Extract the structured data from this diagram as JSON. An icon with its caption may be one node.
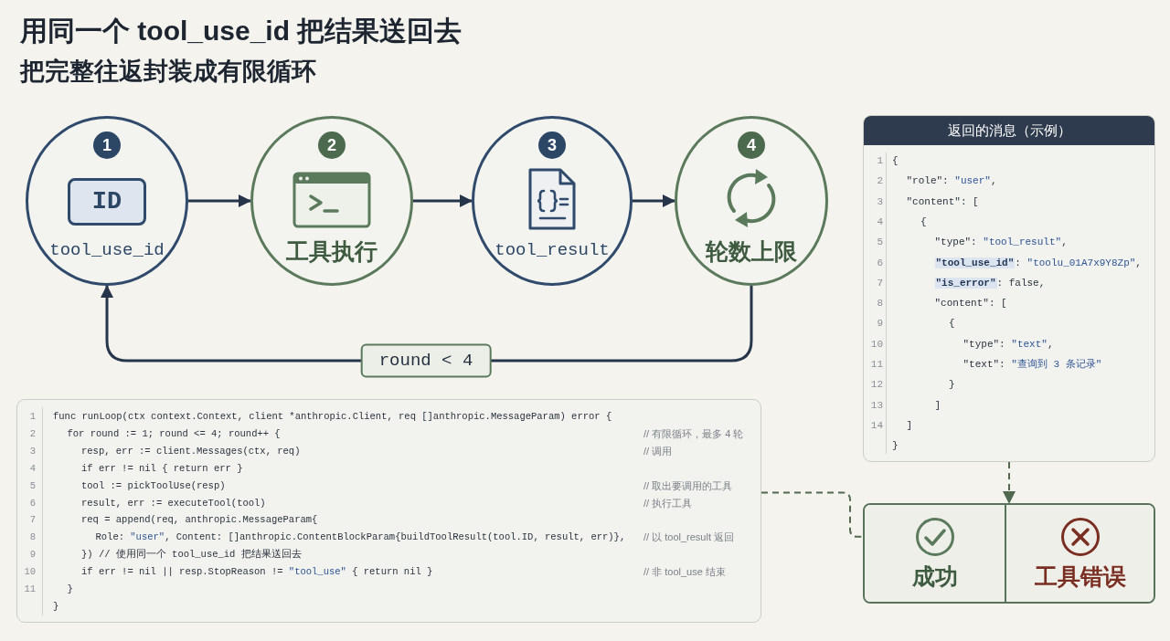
{
  "diagram": {
    "title": "用同一个 tool_use_id 把结果送回去",
    "nodes": [
      {
        "text": [
          "1",
          "ID",
          "tool_use_id"
        ]
      },
      {
        "text": [
          "2",
          "工具执行"
        ]
      },
      {
        "text": [
          "3",
          "tool_result"
        ]
      },
      {
        "text": [
          "4",
          "轮数上限"
        ]
      },
      {
        "text": [
          "返回的消息（示例）",
          "1",
          "{",
          "2",
          "\"role\": \"user\",",
          "3",
          "\"content\": [",
          "4",
          "{",
          "5",
          "\"type\": \"tool_result\",",
          "6",
          "**\"tool_use_id\"**: \"toolu_01A7x9Y8Zp\",",
          "7",
          "**\"is_error\"**: false,",
          "8",
          "\"content\": [",
          "9",
          "{",
          "10",
          "\"type\": \"text\",",
          "11",
          "\"text\": \"查询到 3 条记录\"",
          "12",
          "}",
          "13",
          "]",
          "14",
          "]",
          "}"
        ]
      },
      {
        "text": [
          "1",
          "func runLoop(ctx context.Context, client *anthropic.Client, req []anthropic.MessageParam) error {",
          "2",
          "for round := 1; round <= 4; round++ {",
          "// 有限循环，最多 4 轮",
          "3",
          "resp, err := client.Messages(ctx, req)",
          "// 调用",
          "4",
          "if err != nil { return err }",
          "5",
          "tool := pickToolUse(resp)",
          "// 取出要调用的工具",
          "6",
          "result, err := executeTool(tool)",
          "// 执行工具",
          "7",
          "req = append(req, anthropic.MessageParam{",
          "8",
          "Role: \"user\", Content: []anthropic.ContentBlockParam{buildToolResult(tool.ID, result, err)},",
          "// 以 tool_result 返回",
          "9",
          "}) // 使用同一个 tool_use_id 把结果送回去",
          "10",
          "if err != nil || resp.StopReason != \"tool_use\" { return nil }",
          "// 非 tool_use 结束",
          "11",
          "}",
          "}"
        ]
      },
      {
        "text": [],
        "shape": "box"
      },
      {
        "text": [
          "成功"
        ],
        "in": 6
      },
      {
        "text": [
          "工具错误"
        ],
        "in": 6
      }
    ],
    "edges": [
      {
        "from": 0,
        "to": 1,
        "arrow": "to"
      },
      {
        "from": 1,
        "to": 2,
        "arrow": "to"
      },
      {
        "from": 2,
        "to": 3,
        "arrow": "to"
      },
      {
        "from": 3,
        "to": 0,
        "arrow": "to",
        "label": "round < 4"
      },
      {
        "from": 4,
        "to": 6,
        "arrow": "to",
        "style": "dashed",
        "color": "#52684f"
      },
      {
        "from": 5,
        "to": 6,
        "arrow": "none",
        "style": "dashed",
        "color": "#52684f"
      }
    ],
    "labels": [
      "把完整往返封装成有限循环"
    ]
  }
}
